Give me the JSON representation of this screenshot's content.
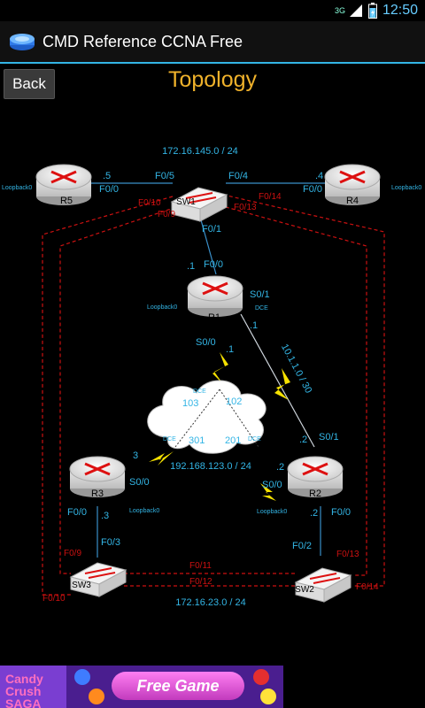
{
  "statusbar": {
    "network": "3G",
    "time": "12:50"
  },
  "app": {
    "title": "CMD Reference CCNA Free"
  },
  "nav": {
    "back_label": "Back"
  },
  "page": {
    "title": "Topology"
  },
  "colors": {
    "accent": "#33b5e5",
    "title": "#f0b22b",
    "link_label": "#33b5e5",
    "red_dashed": "#cc1111"
  },
  "topology": {
    "nets": {
      "top": "172.16.145.0 / 24",
      "cloud": "192.168.123.0 / 24",
      "serial": "10.1.1.0 / 30",
      "bottom": "172.16.23.0 / 24"
    },
    "routers": {
      "r5": "R5",
      "r4": "R4",
      "r1": "R1",
      "r3": "R3",
      "r2": "R2"
    },
    "switches": {
      "sw1": "SW1",
      "sw3": "SW3",
      "sw2": "SW2"
    },
    "labels": {
      "r5_lb": "Loopback0",
      "r5_dot": ".5",
      "r5_if": "F0/0",
      "sw1_f05": "F0/5",
      "sw1_f04": "F0/4",
      "r4_dot": ".4",
      "r4_if": "F0/0",
      "r4_lb": "Loopback0",
      "sw1_f010": "F0/10",
      "sw1_f014": "F0/14",
      "sw1_f013": "F0/13",
      "sw1_f09": "F0/9",
      "sw1_f01": "F0/1",
      "r1_dot1": ".1",
      "r1_f00": "F0/0",
      "r1_s01": "S0/1",
      "r1_dce": "DCE",
      "r1_lb": "Loopback0",
      "r1_s01_dot": ".1",
      "r1_s00": "S0/0",
      "r1_s00_dot": ".1",
      "cloud_dce_top": "DCE",
      "cloud_103": "103",
      "cloud_102": "102",
      "cloud_dce_left": "DCE",
      "cloud_301": "301",
      "cloud_201": "201",
      "cloud_dce_right": "DCE",
      "r3_dot3": "3",
      "r3_s00": "S0/0",
      "r3_f00": "F0/0",
      "r3_dot": ".3",
      "r3_lb": "Loopback0",
      "r2_dot2": ".2",
      "r2_s01": "S0/1",
      "r2_s00_dot": ".2",
      "r2_s00": "S0/0",
      "r2_lb": "Loopback0",
      "r2_dot": ".2",
      "r2_f00": "F0/0",
      "sw3_f03": "F0/3",
      "sw3_f09": "F0/9",
      "sw3_f010": "F0/10",
      "sw2_f02": "F0/2",
      "sw2_f013": "F0/13",
      "sw2_f014": "F0/14",
      "mid_f011": "F0/11",
      "mid_f012": "F0/12"
    }
  },
  "ad": {
    "brand": "Candy Crush SAGA",
    "cta": "Free Game"
  }
}
